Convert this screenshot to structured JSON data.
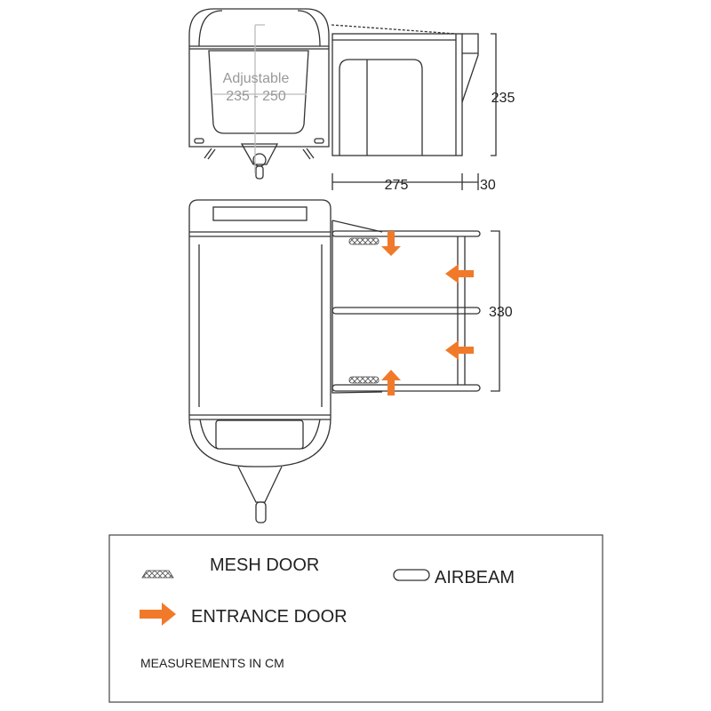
{
  "front_view": {
    "adjustable_label": "Adjustable",
    "adjustable_range": "235 - 250"
  },
  "side_view": {
    "height": "235",
    "depth": "275",
    "extension": "30"
  },
  "plan_view": {
    "width": "330"
  },
  "legend": {
    "mesh_door": "MESH DOOR",
    "airbeam": "AIRBEAM",
    "entrance_door": "ENTRANCE DOOR",
    "units_note": "MEASUREMENTS IN CM"
  },
  "colors": {
    "arrow": "#f07a2a",
    "line": "#333333"
  }
}
